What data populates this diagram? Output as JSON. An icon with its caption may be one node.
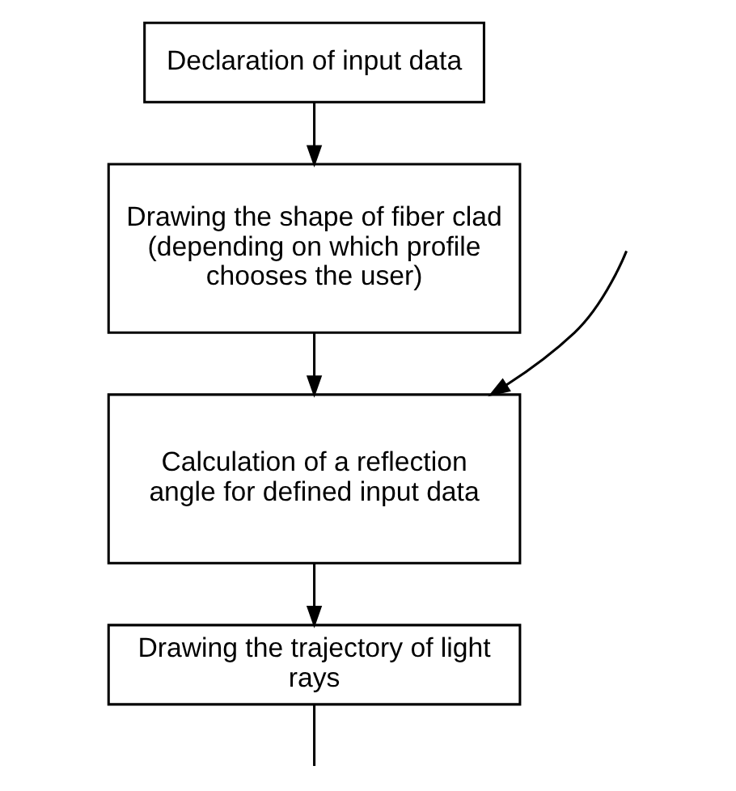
{
  "diagram": {
    "nodes": [
      {
        "text": [
          "Declaration of input data"
        ]
      },
      {
        "text": [
          "Drawing the shape of fiber clad (depending on which profile chooses the user)"
        ]
      },
      {
        "text": [
          "Calculation of a reflection angle for defined input data"
        ]
      },
      {
        "text": [
          "Drawing the trajectory of light rays"
        ]
      }
    ],
    "edges": [
      {
        "from": 0,
        "to": 1,
        "arrow": "to"
      },
      {
        "from": 1,
        "to": 2,
        "arrow": "to"
      },
      {
        "from": 2,
        "to": 3,
        "arrow": "to"
      },
      {
        "from": 3,
        "to": null,
        "arrow": "none"
      },
      {
        "from": null,
        "to": 2,
        "arrow": "to"
      }
    ]
  }
}
